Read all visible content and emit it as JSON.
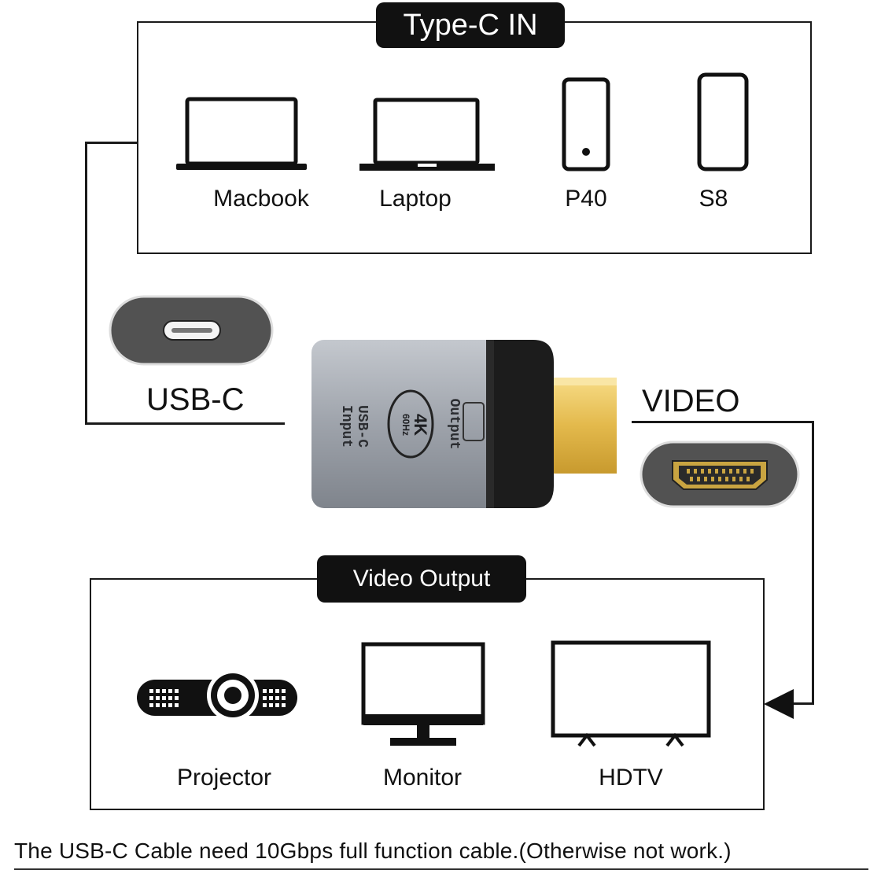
{
  "input_section": {
    "title": "Type-C IN",
    "devices": [
      {
        "label": "Macbook",
        "icon": "macbook-icon"
      },
      {
        "label": "Laptop",
        "icon": "laptop-icon"
      },
      {
        "label": "P40",
        "icon": "phone-icon"
      },
      {
        "label": "S8",
        "icon": "phone-icon"
      }
    ]
  },
  "ports": {
    "usbc_label": "USB-C",
    "video_label": "VIDEO"
  },
  "adapter": {
    "input_text_1": "USB-C",
    "input_text_2": "Input",
    "badge_big": "4K",
    "badge_small": "60Hz",
    "output_text": "Output"
  },
  "output_section": {
    "title": "Video Output",
    "devices": [
      {
        "label": "Projector",
        "icon": "projector-icon"
      },
      {
        "label": "Monitor",
        "icon": "monitor-icon"
      },
      {
        "label": "HDTV",
        "icon": "tv-icon"
      }
    ]
  },
  "footer": {
    "note": "The USB-C Cable need 10Gbps full function cable.(Otherwise not work.)"
  },
  "colors": {
    "ink": "#111111",
    "adapter_body": "#a9adb4",
    "adapter_cap": "#1c1c1c",
    "hdmi_gold": "#e8c15a"
  }
}
